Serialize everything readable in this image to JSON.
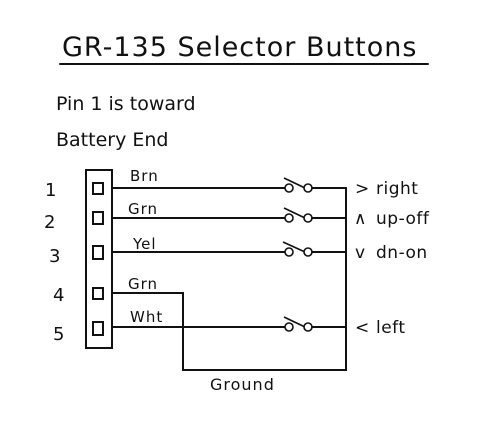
{
  "title": "GR-135 Selector Buttons",
  "note_line1": "Pin 1 is toward",
  "note_line2": "Battery End",
  "pins": [
    {
      "num": "1",
      "wire": "Brn",
      "symbol": ">",
      "function": "right"
    },
    {
      "num": "2",
      "wire": "Grn",
      "symbol": "∧",
      "function": "up-off"
    },
    {
      "num": "3",
      "wire": "Yel",
      "symbol": "v",
      "function": "dn-on"
    },
    {
      "num": "4",
      "wire": "Grn",
      "symbol": "",
      "function": ""
    },
    {
      "num": "5",
      "wire": "Wht",
      "symbol": "<",
      "function": "left"
    }
  ],
  "ground_label": "Ground"
}
